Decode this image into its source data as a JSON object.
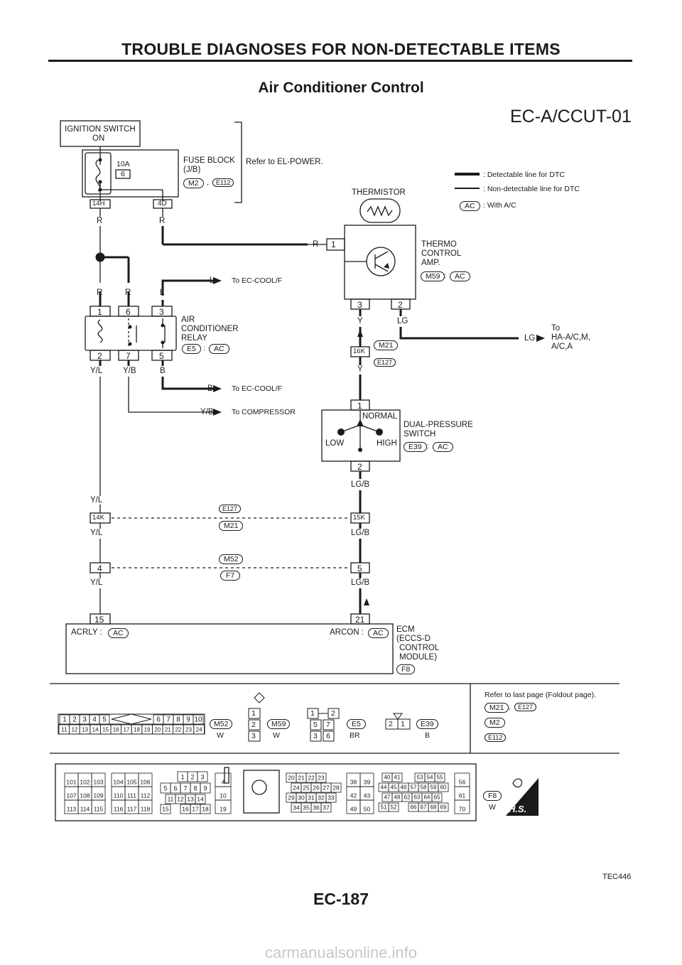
{
  "header": "TROUBLE DIAGNOSES FOR NON-DETECTABLE ITEMS",
  "title": "Air Conditioner Control",
  "diagram_code": "EC-A/CCUT-01",
  "footer_page": "EC-187",
  "figure_id": "TEC446",
  "watermark": "carmanualsonline.info",
  "legend": {
    "detectable": ": Detectable line for DTC",
    "non_detectable": ": Non-detectable line for DTC",
    "with_ac_tag": "AC",
    "with_ac": ": With A/C"
  },
  "components": {
    "ignition_l1": "IGNITION SWITCH",
    "ignition_l2": "ON",
    "fuse_amp": "10A",
    "fuse_num": "6",
    "fuse_block_l1": "FUSE BLOCK",
    "fuse_block_l2": "(J/B)",
    "fuse_conn1": "M2",
    "fuse_sep": ",",
    "fuse_conn2": "E112",
    "refer_power": "Refer to EL-POWER.",
    "thermistor": "THERMISTOR",
    "thermo_l1": "THERMO",
    "thermo_l2": "CONTROL",
    "thermo_l3": "AMP.",
    "thermo_conn": "M59",
    "relay_l1": "AIR",
    "relay_l2": "CONDITIONER",
    "relay_l3": "RELAY",
    "relay_conn": "E5",
    "dps_l1": "DUAL-PRESSURE",
    "dps_l2": "SWITCH",
    "dps_conn": "E39",
    "normal": "NORMAL",
    "low": "LOW",
    "high": "HIGH",
    "ecm_l1": "ECM",
    "ecm_l2": "(ECCS-D",
    "ecm_l3": "CONTROL",
    "ecm_l4": "MODULE)",
    "ecm_conn": "F8",
    "acrly": "ACRLY :",
    "arcon": "ARCON :",
    "colon": ":"
  },
  "destinations": {
    "cool_l": "To EC-COOL/F",
    "cool_b": "To EC-COOL/F",
    "compressor": "To COMPRESSOR",
    "ha_l1": "To",
    "ha_l2": "HA-A/C,M,",
    "ha_l3": "A/C,A"
  },
  "wires": {
    "R": "R",
    "L": "L",
    "Y": "Y",
    "LG": "LG",
    "YL": "Y/L",
    "YB": "Y/B",
    "B": "B",
    "LGB": "LG/B"
  },
  "terminals": {
    "t14H": "14H",
    "t4D": "4D",
    "t1": "1",
    "t3": "3",
    "t2": "2",
    "t6": "6",
    "t7": "7",
    "t5": "5",
    "t16K": "16K",
    "t14K": "14K",
    "t15K": "15K",
    "t4": "4",
    "t15": "15",
    "t21": "21"
  },
  "connectors": {
    "M21": "M21",
    "E127": "E127",
    "M52": "M52",
    "F7": "F7"
  },
  "connector_views": {
    "refer_foldout": "Refer to last page (Foldout page).",
    "m52_row1": [
      "1",
      "2",
      "3",
      "4",
      "5",
      "6",
      "7",
      "8",
      "9",
      "10"
    ],
    "m52_row2": [
      "11",
      "12",
      "13",
      "14",
      "15",
      "16",
      "17",
      "18",
      "19",
      "20",
      "21",
      "22",
      "23",
      "24"
    ],
    "m52_name": "M52",
    "m52_color": "W",
    "m59_pins": [
      "1",
      "2",
      "3"
    ],
    "m59_name": "M59",
    "m59_color": "W",
    "e5_pins": [
      "1",
      "2",
      "5",
      "7",
      "3",
      "6"
    ],
    "e5_name": "E5",
    "e5_color": "BR",
    "e39_pins": [
      "2",
      "1"
    ],
    "e39_name": "E39",
    "e39_color": "B",
    "f8_name": "F8",
    "f8_color": "W",
    "hs_logo": "H.S.",
    "ecm_blocks": [
      [
        "101",
        "102",
        "103",
        "107",
        "108",
        "109",
        "113",
        "114",
        "115"
      ],
      [
        "104",
        "105",
        "106",
        "110",
        "111",
        "112",
        "116",
        "117",
        "118"
      ],
      [
        "1",
        "2",
        "3",
        "5",
        "6",
        "7",
        "8",
        "9",
        "11",
        "12",
        "13",
        "14",
        "15",
        "16",
        "17",
        "18"
      ],
      [
        "4",
        "10",
        "19"
      ],
      [
        "20",
        "21",
        "22",
        "23",
        "24",
        "25",
        "26",
        "27",
        "28",
        "29",
        "30",
        "31",
        "32",
        "33",
        "34",
        "35",
        "36",
        "37"
      ],
      [
        "38",
        "39",
        "42",
        "43",
        "49",
        "50"
      ],
      [
        "40",
        "41",
        "53",
        "54",
        "55",
        "44",
        "45",
        "46",
        "57",
        "58",
        "59",
        "60",
        "47",
        "48",
        "62",
        "63",
        "64",
        "65",
        "51",
        "52",
        "66",
        "67",
        "68",
        "69"
      ],
      [
        "56",
        "61",
        "70"
      ]
    ]
  }
}
